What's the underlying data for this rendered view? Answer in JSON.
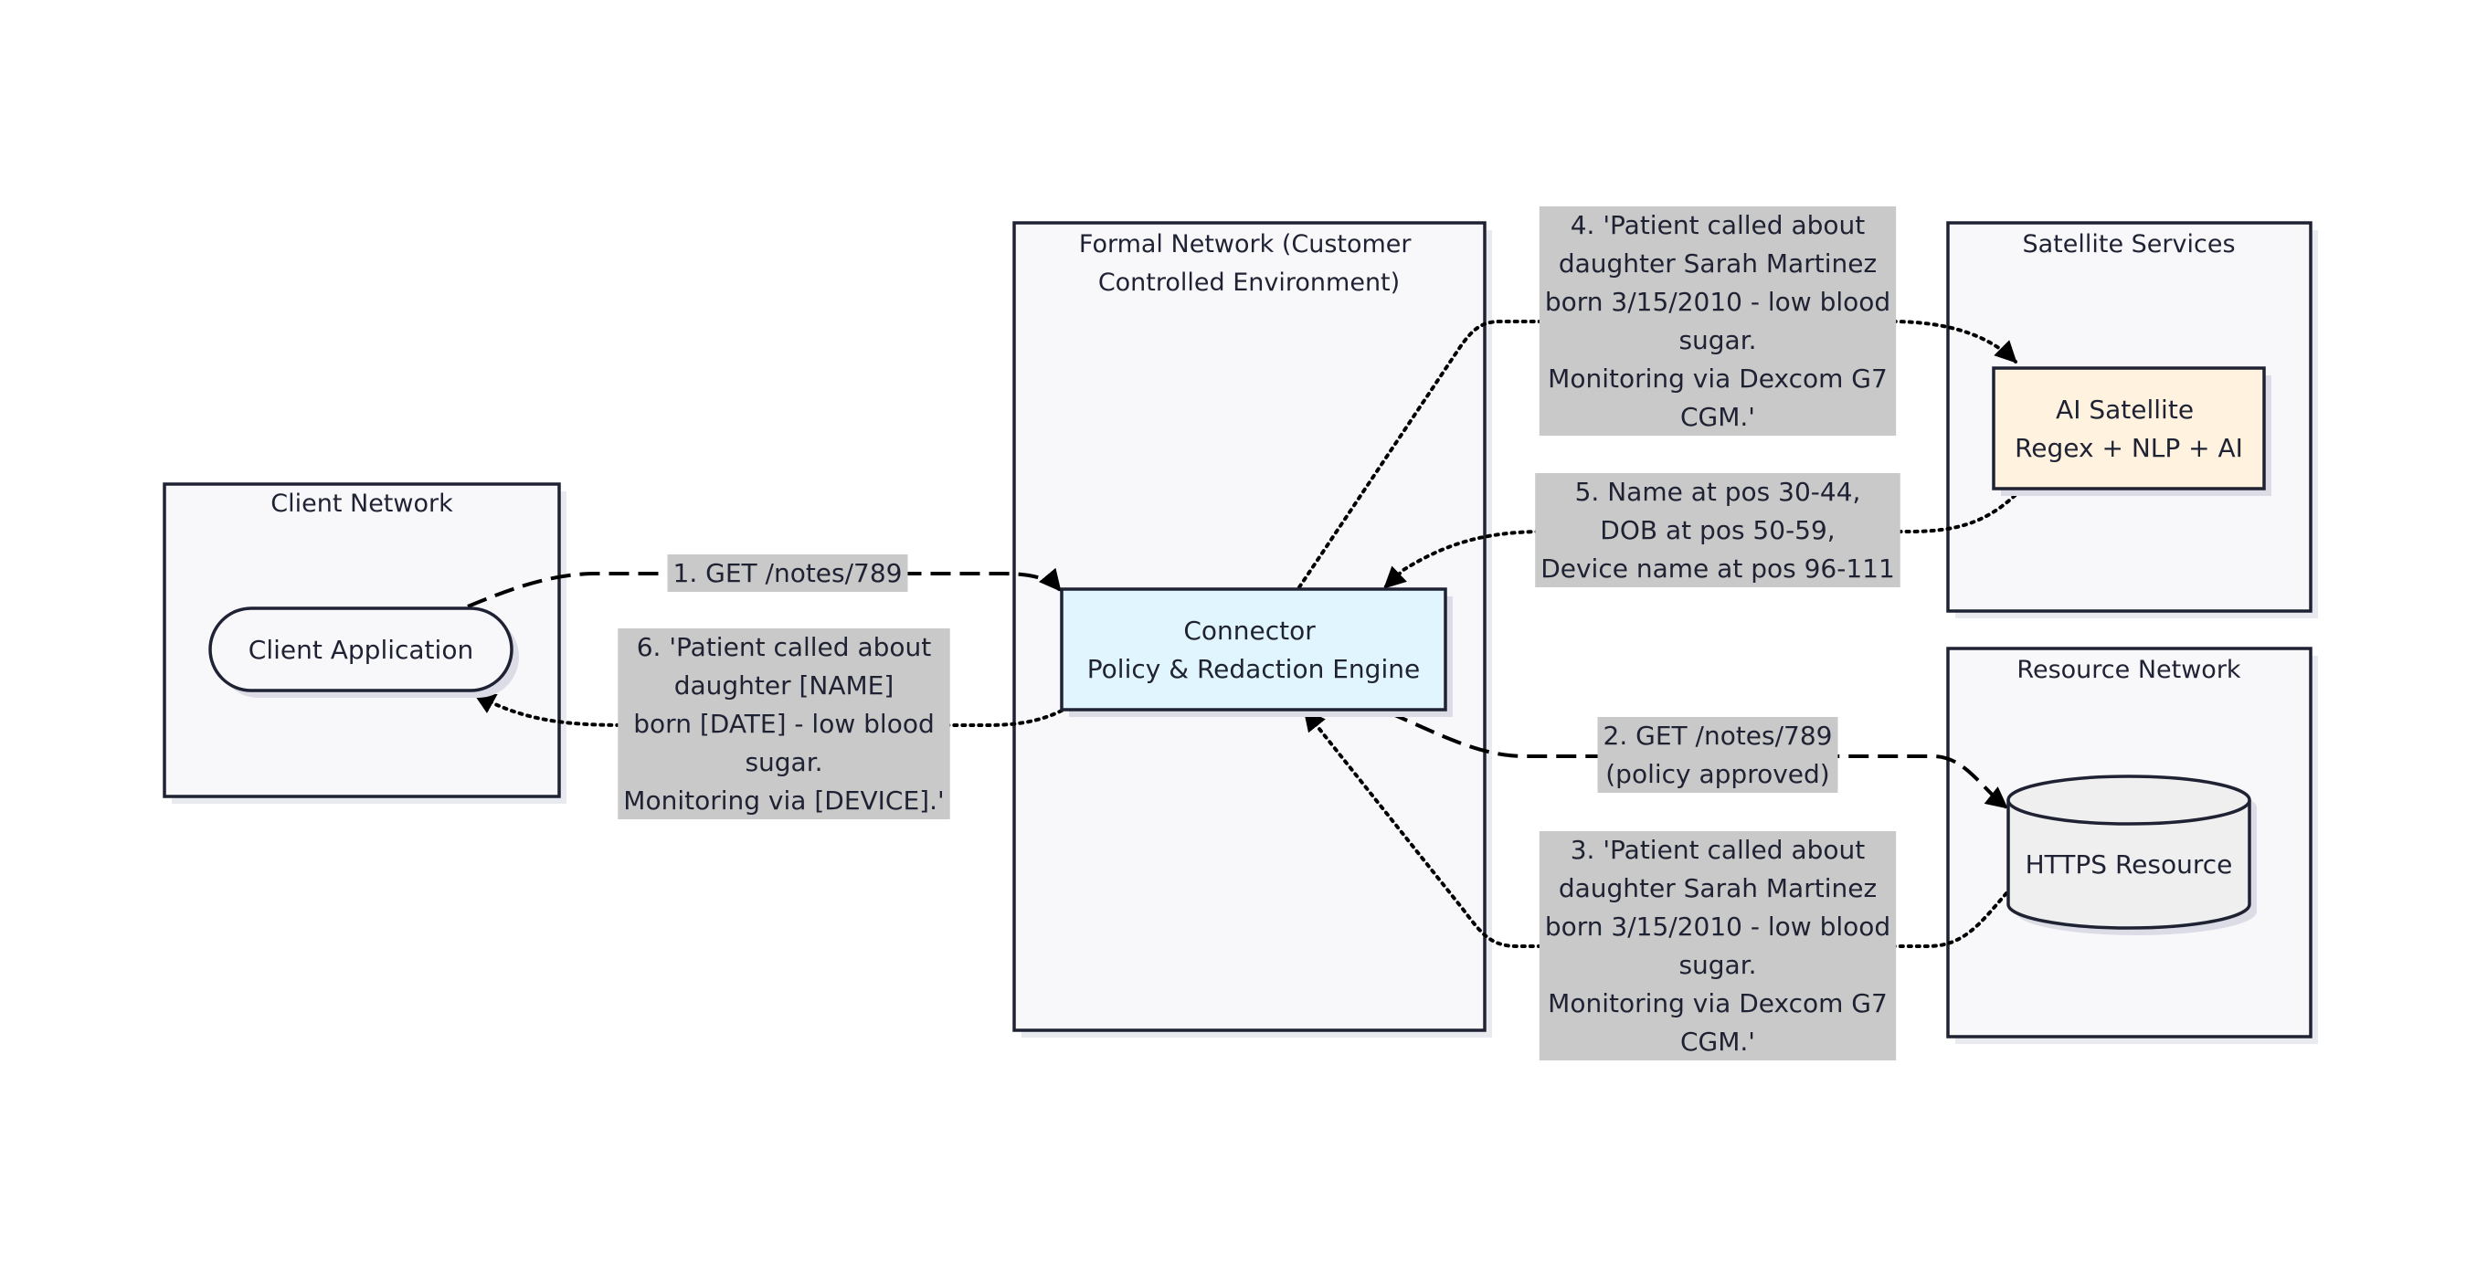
{
  "groups": {
    "client_network": {
      "title": "Client Network"
    },
    "formal_network": {
      "title_lines": [
        "Formal Network (Customer",
        "Controlled Environment)"
      ]
    },
    "satellite_services": {
      "title": "Satellite Services"
    },
    "resource_network": {
      "title": "Resource Network"
    }
  },
  "nodes": {
    "client_application": {
      "label": "Client Application"
    },
    "connector": {
      "lines": [
        "Connector",
        "Policy & Redaction Engine"
      ]
    },
    "ai_satellite": {
      "lines": [
        "AI Satellite",
        "Regex + NLP + AI"
      ]
    },
    "https_resource": {
      "label": "HTTPS Resource"
    }
  },
  "edges": {
    "step1": {
      "lines": [
        "1. GET /notes/789"
      ]
    },
    "step2": {
      "lines": [
        "2. GET /notes/789",
        "(policy approved)"
      ]
    },
    "step3": {
      "lines": [
        "3. 'Patient called about",
        "daughter Sarah Martinez",
        "born 3/15/2010 - low blood",
        "sugar.",
        "Monitoring via Dexcom G7",
        "CGM.'"
      ]
    },
    "step4": {
      "lines": [
        "4. 'Patient called about",
        "daughter Sarah Martinez",
        "born 3/15/2010 - low blood",
        "sugar.",
        "Monitoring via Dexcom G7",
        "CGM.'"
      ]
    },
    "step5": {
      "lines": [
        "5. Name at pos 30-44,",
        "DOB at pos 50-59,",
        "Device name at pos 96-111"
      ]
    },
    "step6": {
      "lines": [
        "6. 'Patient called about",
        "daughter [NAME]",
        "born [DATE] - low blood",
        "sugar.",
        "Monitoring via [DEVICE].'"
      ]
    }
  },
  "colors": {
    "connector_fill": "#e1f5fe",
    "ai_satellite_fill": "#fff3e0",
    "group_fill": "#f8f8fb",
    "label_background": "#c9c9c9",
    "stroke": "#1f2233"
  }
}
